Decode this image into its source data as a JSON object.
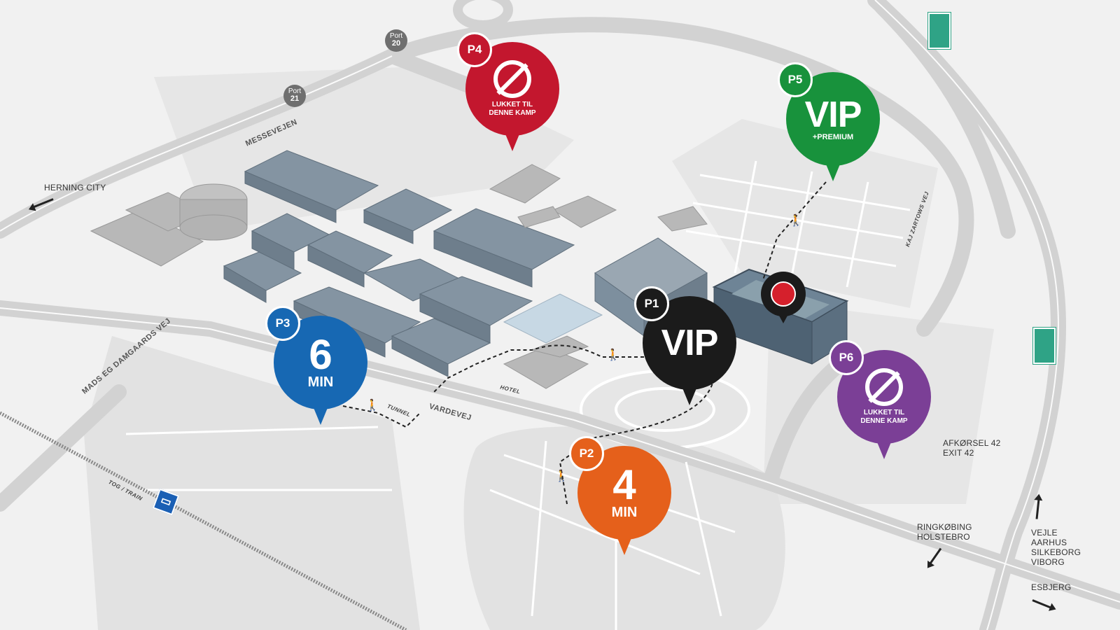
{
  "colors": {
    "background": "#f1f1f1",
    "road": "#d2d2d2",
    "building": "#7d8f9e",
    "p1": "#1b1b1b",
    "p2": "#e5601b",
    "p3": "#1768b3",
    "p4": "#c3172e",
    "p5": "#18923c",
    "p6": "#7b3f96",
    "highway": "#2fa386"
  },
  "parking": {
    "p1": {
      "badge": "P1",
      "main": "VIP"
    },
    "p2": {
      "badge": "P2",
      "main": "4",
      "unit": "MIN"
    },
    "p3": {
      "badge": "P3",
      "main": "6",
      "unit": "MIN"
    },
    "p4": {
      "badge": "P4",
      "closed_line1": "LUKKET TIL",
      "closed_line2": "DENNE KAMP",
      "icon": "no-entry-icon"
    },
    "p5": {
      "badge": "P5",
      "main": "VIP",
      "sub": "+PREMIUM"
    },
    "p6": {
      "badge": "P6",
      "closed_line1": "LUKKET TIL",
      "closed_line2": "DENNE KAMP",
      "icon": "no-entry-icon"
    }
  },
  "ports": [
    {
      "label": "Port",
      "number": "20"
    },
    {
      "label": "Port",
      "number": "21"
    }
  ],
  "roads": {
    "messevejen": "MESSEVEJEN",
    "mads_eg": "MADS EG DAMGAARDS VEJ",
    "vardevej": "VARDEVEJ",
    "kaj_zartows": "KAJ ZARTOWS VEJ"
  },
  "places": {
    "herning_city": "HERNING CITY",
    "hotel": "HOTEL",
    "tunnel": "TUNNEL",
    "train": "TOG / TRAIN"
  },
  "exits": {
    "line1": "AFKØRSEL 42",
    "line2": "EXIT 42"
  },
  "directions": {
    "ringkobing": "RINGKØBING",
    "holstebro": "HOLSTEBRO",
    "vejle": "VEJLE",
    "aarhus": "AARHUS",
    "silkeborg": "SILKEBORG",
    "viborg": "VIBORG",
    "esbjerg": "ESBJERG"
  }
}
